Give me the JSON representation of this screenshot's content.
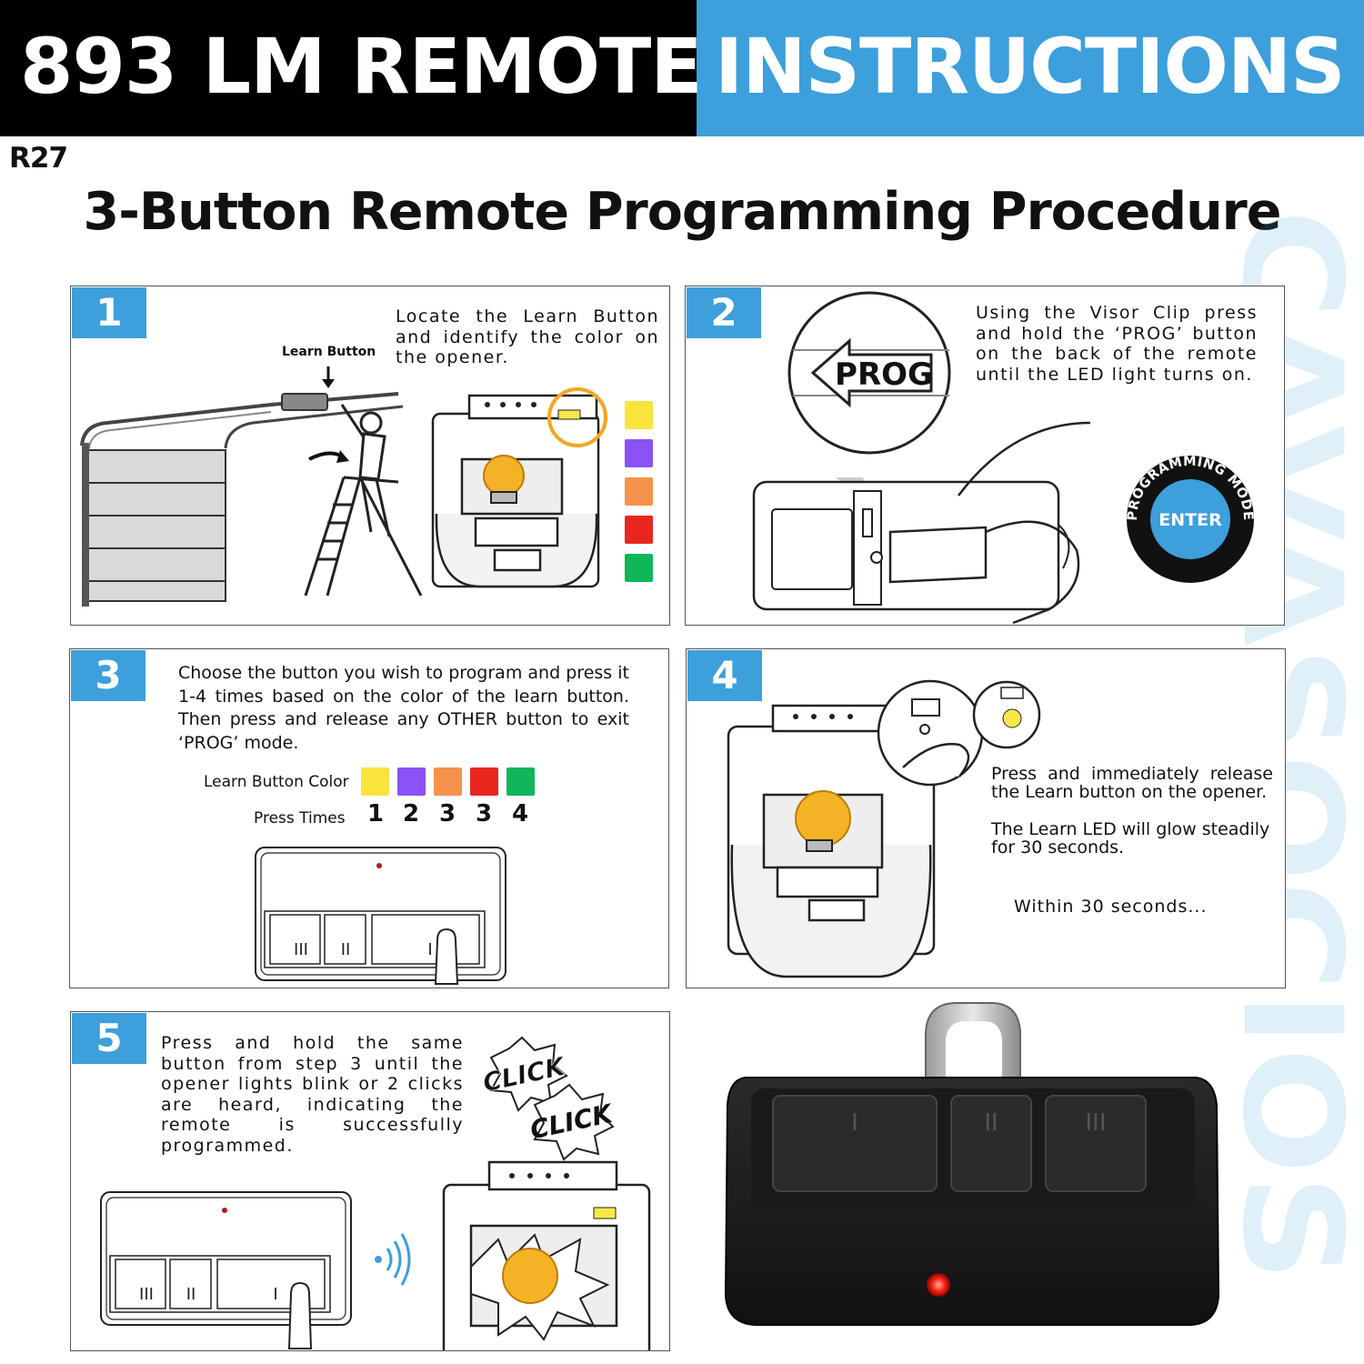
{
  "header": {
    "left_title": "893 LM REMOTE",
    "right_title": "INSTRUCTIONS",
    "sku": "R27",
    "main_title": "3-Button Remote Programming Procedure"
  },
  "watermark": "CAVASOCIOS",
  "colors": {
    "accent_blue": "#3d9fdb",
    "yellow": "#f9e43c",
    "purple": "#8b52f5",
    "orange": "#f7924c",
    "red": "#e8261e",
    "green": "#10b65a"
  },
  "steps": [
    {
      "number": "1",
      "text": "Locate the Learn Button and identify the color on the opener.",
      "callout": "Learn Button"
    },
    {
      "number": "2",
      "text": "Using the Visor Clip press and hold the ‘PROG’ button on the back of the remote until the LED light turns on.",
      "prog_label": "PROG",
      "badge_top": "PROGRAMMING MODE",
      "badge_center": "ENTER"
    },
    {
      "number": "3",
      "text": "Choose the button you wish to program and press it 1-4 times based on the color of the learn button. Then press and release any OTHER button to exit ‘PROG’ mode.",
      "learn_color_label": "Learn Button Color",
      "press_times_label": "Press Times",
      "press_times": [
        "1",
        "2",
        "3",
        "3",
        "4"
      ],
      "remote_buttons": [
        "III",
        "II",
        "I"
      ]
    },
    {
      "number": "4",
      "text_a": "Press and immediately release the Learn button on the opener.",
      "text_b": "The Learn LED will glow steadily for 30 seconds.",
      "text_c": "Within 30 seconds..."
    },
    {
      "number": "5",
      "text": "Press and hold the same button from step 3 until the opener lights blink or 2 clicks are heard, indicating the remote is successfully programmed.",
      "click1": "CLICK",
      "click2": "CLICK",
      "remote_buttons": [
        "III",
        "II",
        "I"
      ]
    }
  ],
  "product": {
    "buttons": [
      "I",
      "II",
      "III"
    ]
  }
}
